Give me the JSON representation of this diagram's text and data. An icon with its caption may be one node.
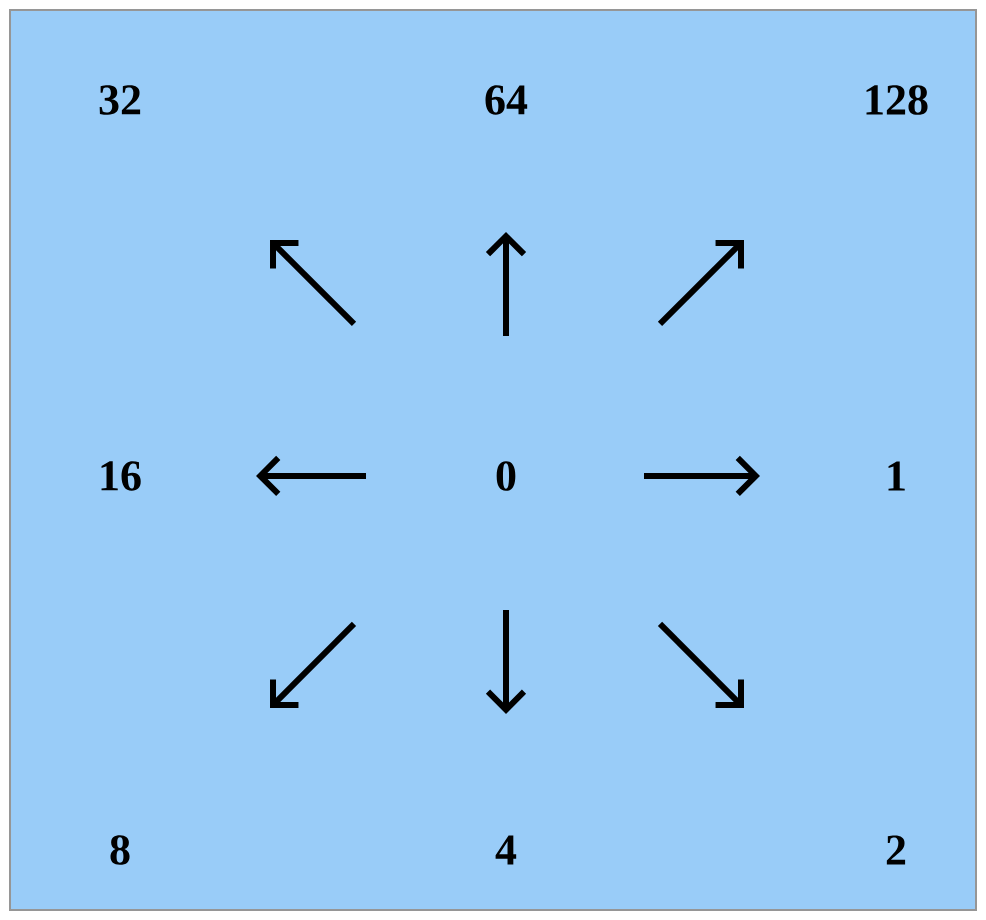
{
  "diagram": {
    "nodes": [
      {
        "text": [
          "32"
        ]
      },
      {
        "text": [
          "64"
        ]
      },
      {
        "text": [
          "128"
        ]
      },
      {
        "text": [
          "16"
        ]
      },
      {
        "text": [
          "0"
        ]
      },
      {
        "text": [
          "1"
        ]
      },
      {
        "text": [
          "8"
        ]
      },
      {
        "text": [
          "4"
        ]
      },
      {
        "text": [
          "2"
        ]
      }
    ]
  }
}
